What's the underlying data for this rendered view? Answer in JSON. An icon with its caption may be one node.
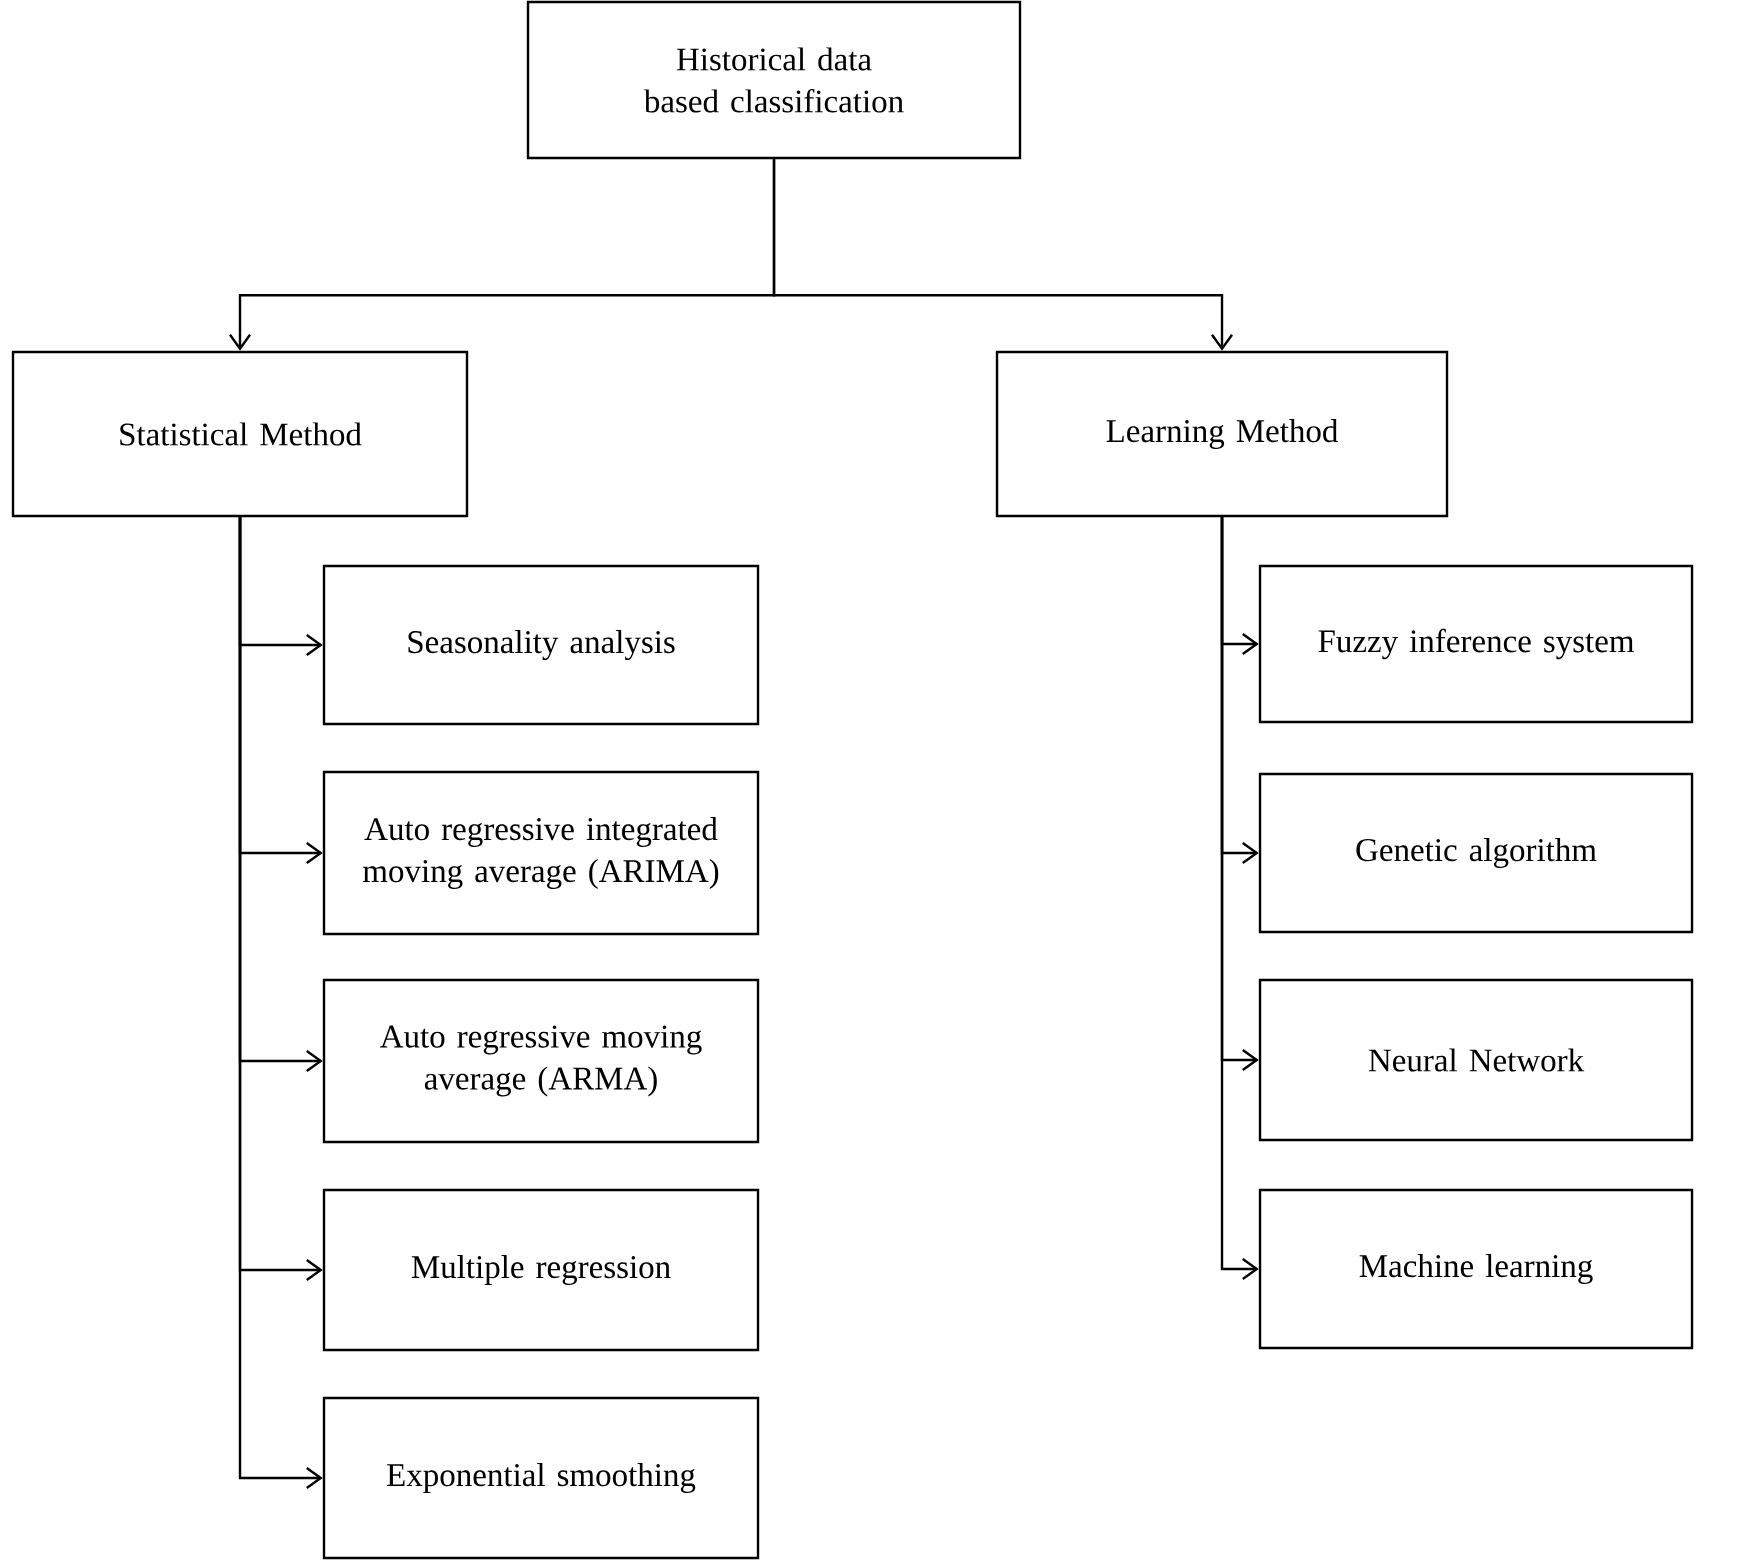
{
  "diagram": {
    "nodes": [
      {
        "text": [
          "Historical data based classification"
        ]
      },
      {
        "text": [
          "Statistical Method"
        ]
      },
      {
        "text": [
          "Learning Method"
        ]
      },
      {
        "text": [
          "Seasonality analysis"
        ]
      },
      {
        "text": [
          "Auto regressive integrated moving average (ARIMA)"
        ]
      },
      {
        "text": [
          "Auto regressive moving average (ARMA)"
        ]
      },
      {
        "text": [
          "Multiple regression"
        ]
      },
      {
        "text": [
          "Exponential smoothing"
        ]
      },
      {
        "text": [
          "Fuzzy inference system"
        ]
      },
      {
        "text": [
          "Genetic algorithm"
        ]
      },
      {
        "text": [
          "Neural Network"
        ]
      },
      {
        "text": [
          "Machine learning"
        ]
      }
    ],
    "edges": [
      {
        "from": 0,
        "to": 1,
        "arrow": "to"
      },
      {
        "from": 0,
        "to": 2,
        "arrow": "to"
      },
      {
        "from": 1,
        "to": 3,
        "arrow": "to"
      },
      {
        "from": 1,
        "to": 4,
        "arrow": "to"
      },
      {
        "from": 1,
        "to": 5,
        "arrow": "to"
      },
      {
        "from": 1,
        "to": 6,
        "arrow": "to"
      },
      {
        "from": 1,
        "to": 7,
        "arrow": "to"
      },
      {
        "from": 2,
        "to": 8,
        "arrow": "to"
      },
      {
        "from": 2,
        "to": 9,
        "arrow": "to"
      },
      {
        "from": 2,
        "to": 10,
        "arrow": "to"
      },
      {
        "from": 2,
        "to": 11,
        "arrow": "to"
      }
    ]
  }
}
